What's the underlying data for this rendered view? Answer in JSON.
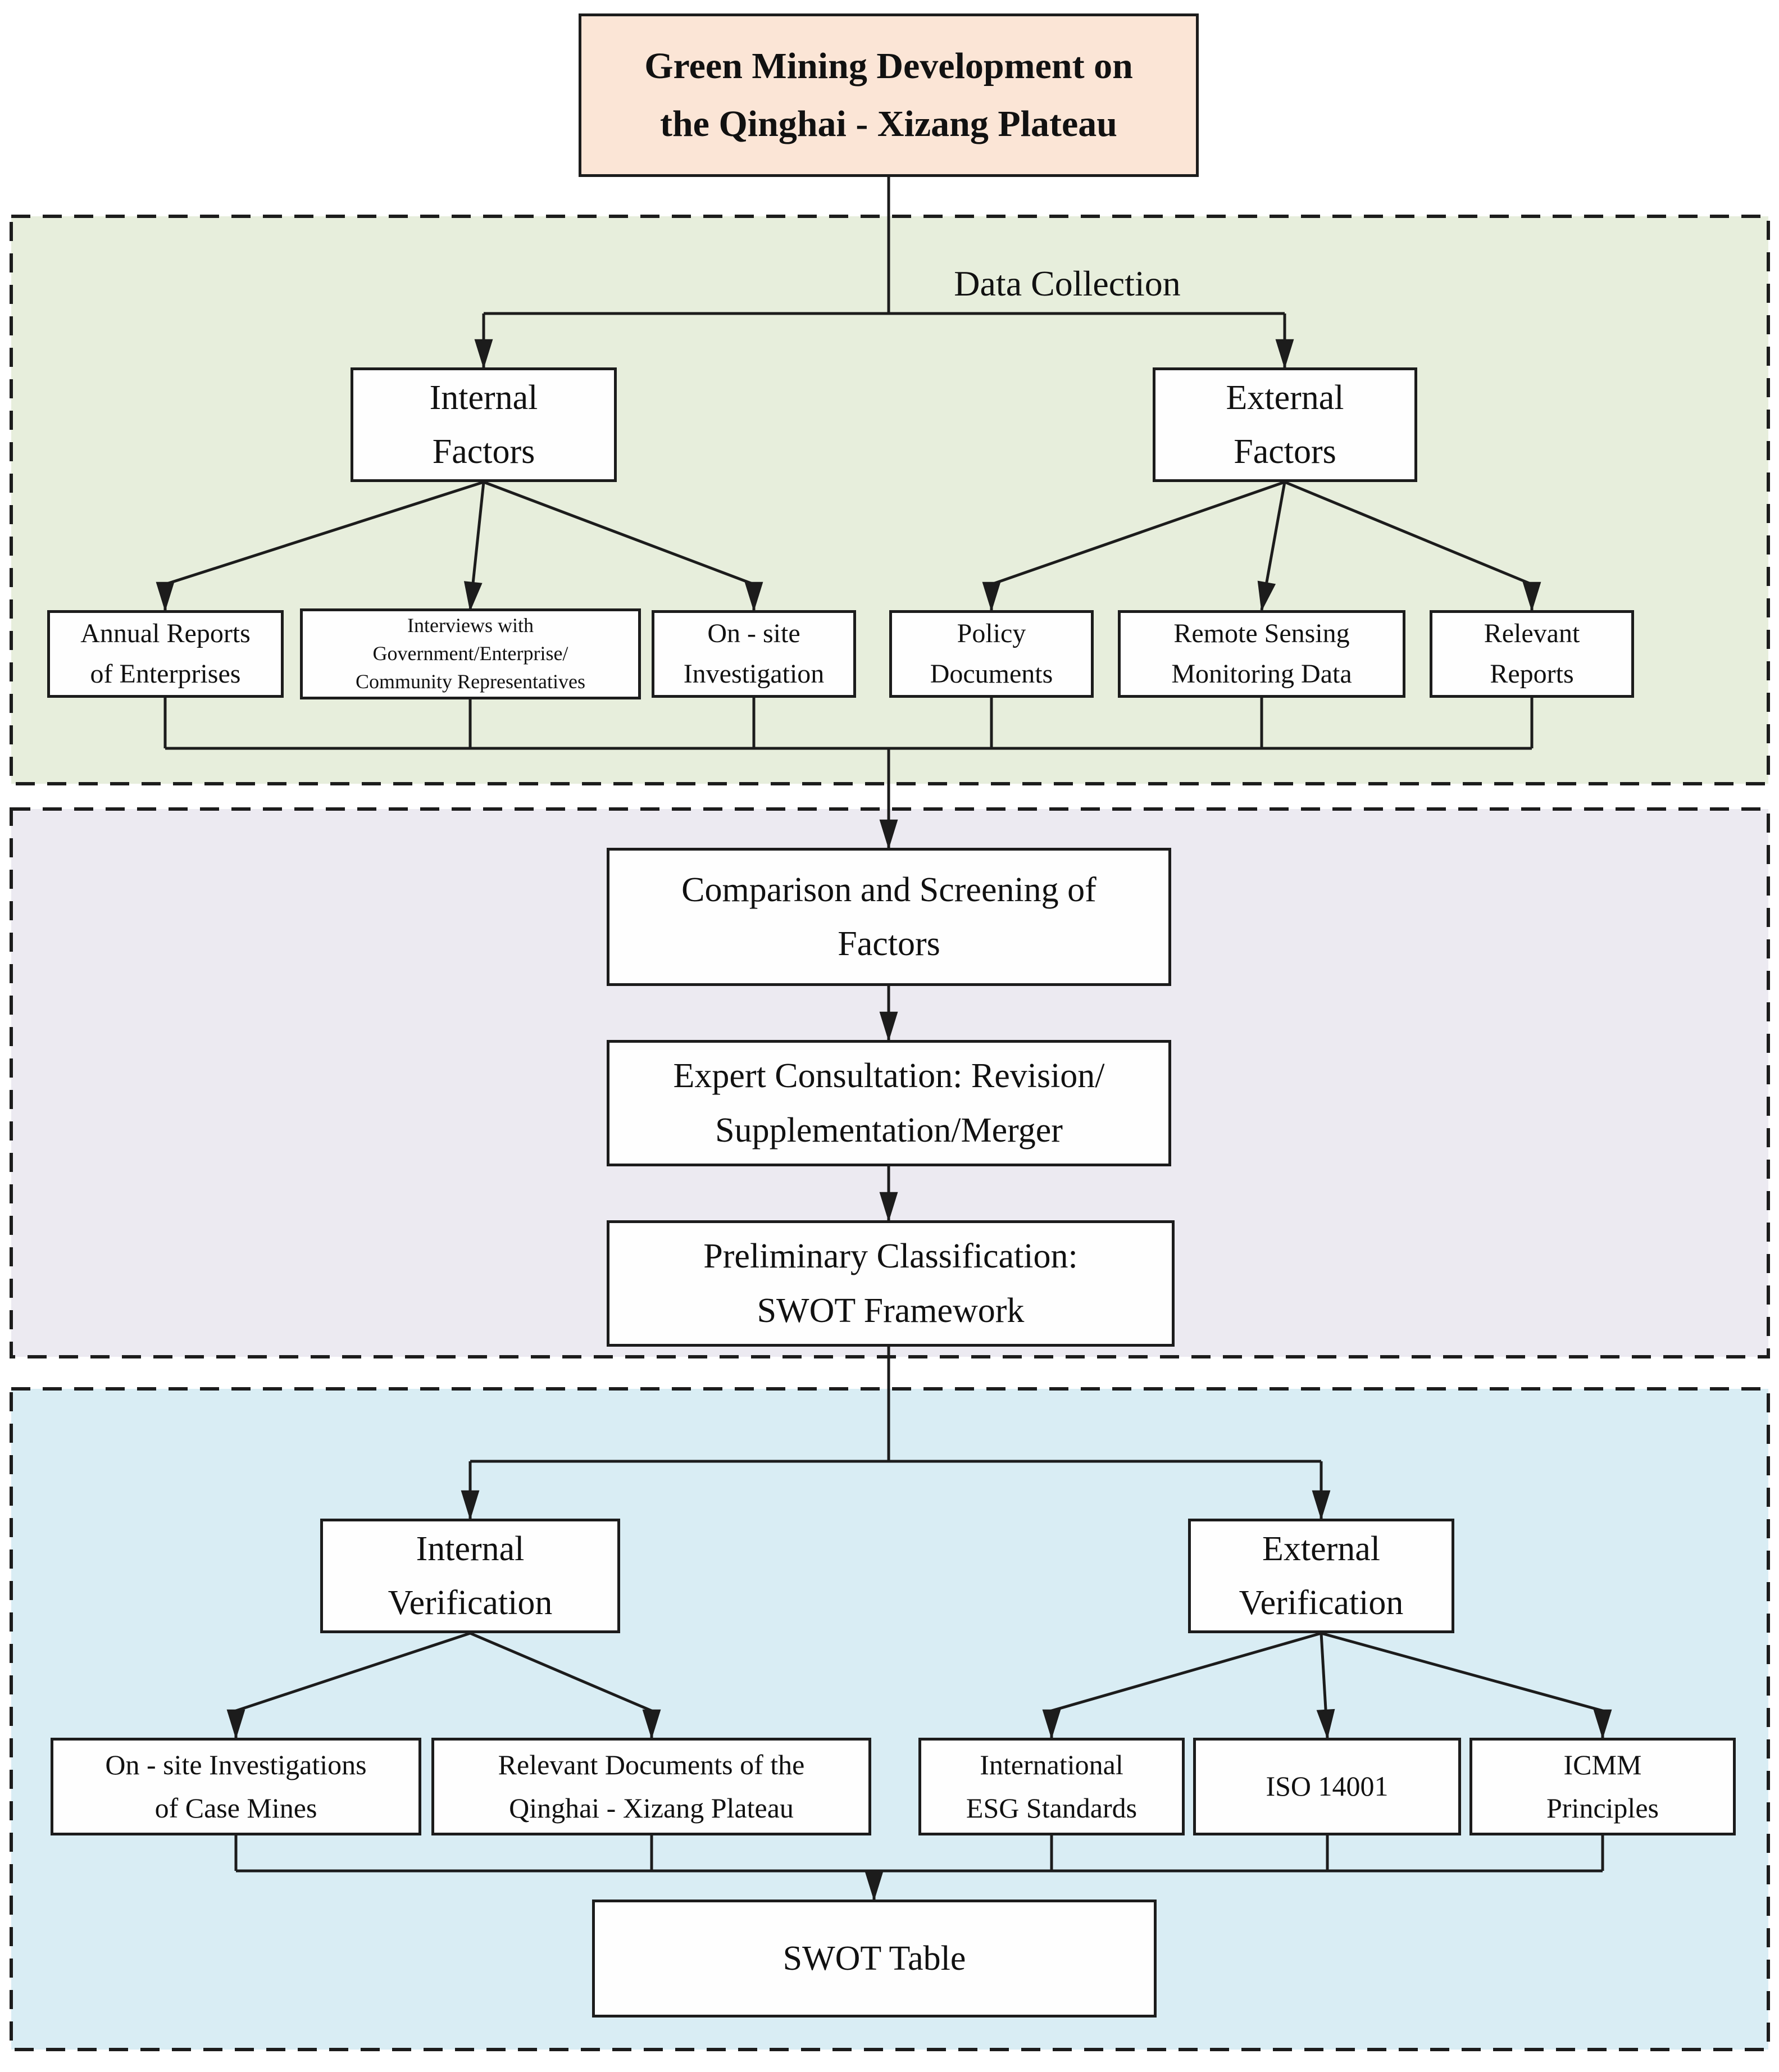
{
  "title": "Green Mining Development on\nthe Qinghai - Xizang Plateau",
  "sections": {
    "data_collection": {
      "label": "Data Collection"
    },
    "screening": {
      "label": ""
    },
    "verification": {
      "label": ""
    }
  },
  "nodes": {
    "internal_factors": {
      "label": "Internal\nFactors"
    },
    "external_factors": {
      "label": "External\nFactors"
    },
    "annual_reports": {
      "label": "Annual Reports\nof Enterprises"
    },
    "interviews": {
      "label": "Interviews with\nGovernment/Enterprise/\nCommunity Representatives"
    },
    "onsite_investigation": {
      "label": "On - site\nInvestigation"
    },
    "policy_documents": {
      "label": "Policy\nDocuments"
    },
    "remote_sensing": {
      "label": "Remote Sensing\nMonitoring Data"
    },
    "relevant_reports": {
      "label": "Relevant\nReports"
    },
    "comparison": {
      "label": "Comparison and Screening of\nFactors"
    },
    "expert_consultation": {
      "label": "Expert Consultation: Revision/\nSupplementation/Merger"
    },
    "preliminary_classification": {
      "label": "Preliminary Classification:\nSWOT Framework"
    },
    "internal_verification": {
      "label": "Internal\nVerification"
    },
    "external_verification": {
      "label": "External\nVerification"
    },
    "onsite_case_mines": {
      "label": "On - site Investigations\nof Case Mines"
    },
    "relevant_documents": {
      "label": "Relevant Documents of the\nQinghai - Xizang Plateau"
    },
    "esg_standards": {
      "label": "International\nESG Standards"
    },
    "iso_14001": {
      "label": "ISO 14001"
    },
    "icmm_principles": {
      "label": "ICMM\nPrinciples"
    }
  },
  "colors": {
    "title-bg": "#FBE5D6",
    "green-bg": "#E7EEDC",
    "purple-bg": "#ECEAF1",
    "blue-bg": "#D9EDF4",
    "node-bg": "#FEFEFE",
    "line": "#1c1c1c"
  }
}
